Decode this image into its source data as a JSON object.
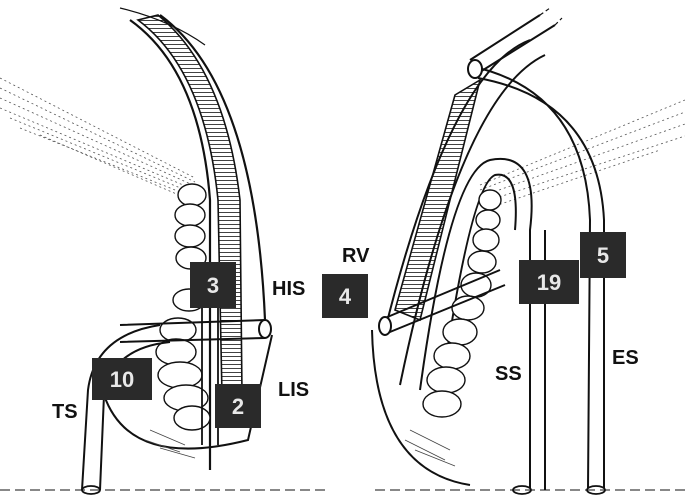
{
  "colors": {
    "ink": "#111111",
    "badge_fill": "#2a2a2a",
    "badge_text": "#e8e8e8",
    "background": "#ffffff"
  },
  "labels": {
    "his": "HIS",
    "lis": "LIS",
    "ts": "TS",
    "rv": "RV",
    "ss": "SS",
    "es": "ES"
  },
  "badges": {
    "b3": "3",
    "b4": "4",
    "b10": "10",
    "b2": "2",
    "b19": "19",
    "b5": "5"
  }
}
